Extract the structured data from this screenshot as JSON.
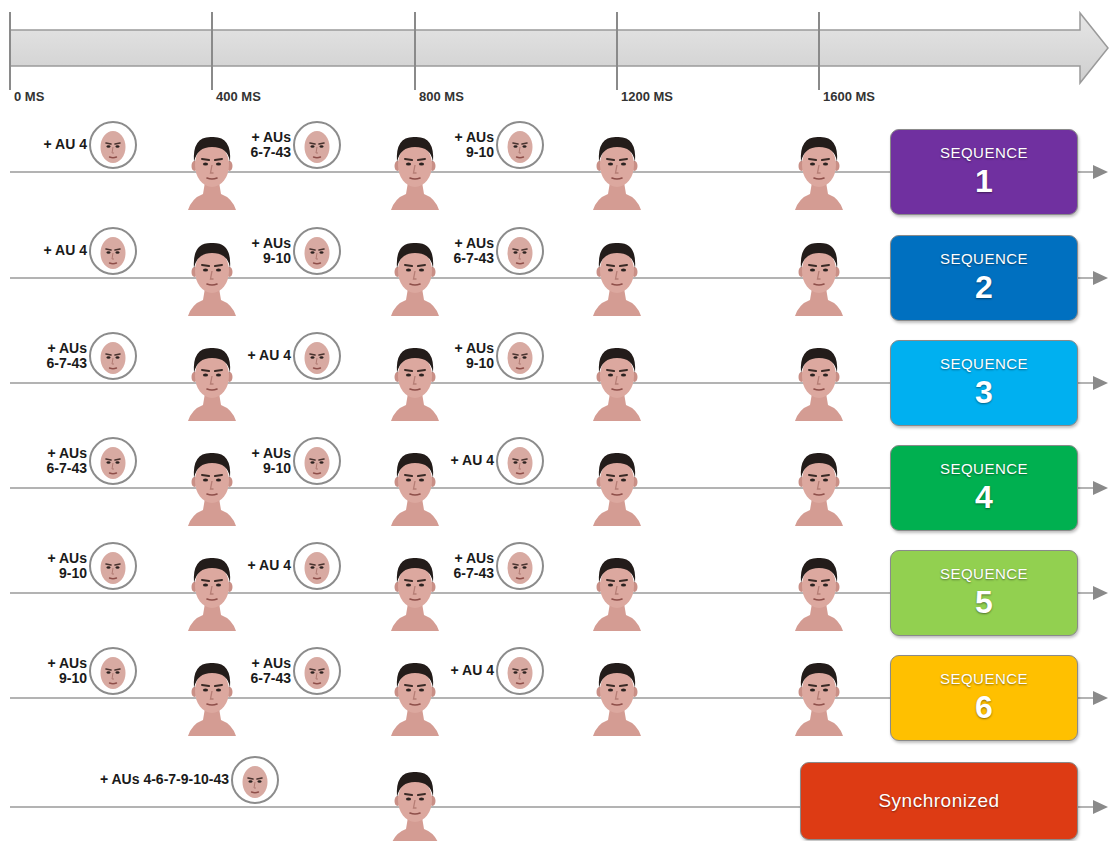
{
  "diagram": {
    "nodes": [
      {
        "text": [
          "SEQUENCE",
          "1"
        ]
      },
      {
        "text": [
          "SEQUENCE",
          "2"
        ]
      },
      {
        "text": [
          "SEQUENCE",
          "3"
        ]
      },
      {
        "text": [
          "SEQUENCE",
          "4"
        ]
      },
      {
        "text": [
          "SEQUENCE",
          "5"
        ]
      },
      {
        "text": [
          "SEQUENCE",
          "6"
        ]
      },
      {
        "text": [
          "Synchronized"
        ]
      }
    ],
    "labels": [
      "0 MS",
      "400 MS",
      "800 MS",
      "1200 MS",
      "1600 MS",
      "+ AU 4",
      "+ AUs 6-7-43",
      "+ AUs 9-10",
      "+ AU 4",
      "+ AUs 9-10",
      "+ AUs 6-7-43",
      "+ AUs 6-7-43",
      "+ AU 4",
      "+ AUs 9-10",
      "+ AUs 6-7-43",
      "+ AUs 9-10",
      "+ AU 4",
      "+ AUs 9-10",
      "+ AU 4",
      "+ AUs 6-7-43",
      "+ AUs 9-10",
      "+ AUs 6-7-43",
      "+ AU 4",
      "+ AUs 4-6-7-9-10-43"
    ]
  }
}
